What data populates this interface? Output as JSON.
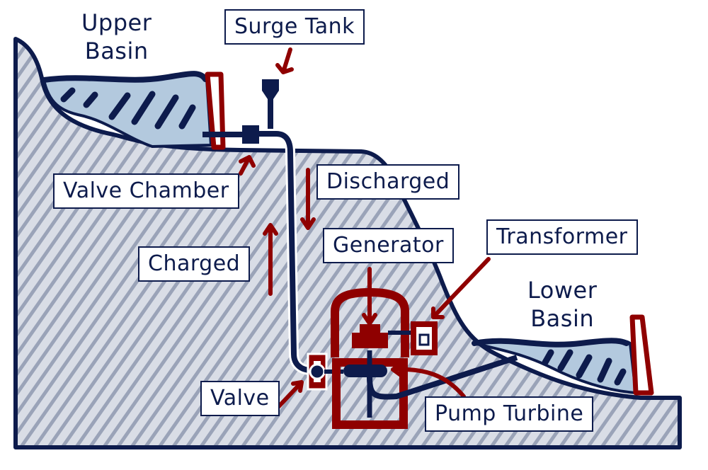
{
  "title": "Pumped-Storage Hydroelectric Plant",
  "colors": {
    "navy": "#0d1b4c",
    "red": "#8f0000",
    "water": "#b3c9de",
    "ground": "#d9dde6",
    "hatch": "#9aa3b8"
  },
  "labels": {
    "upper_basin": [
      "Upper",
      "Basin"
    ],
    "lower_basin": [
      "Lower",
      "Basin"
    ],
    "surge_tank": "Surge Tank",
    "valve_chamber": "Valve Chamber",
    "discharged": "Discharged",
    "charged": "Charged",
    "generator": "Generator",
    "transformer": "Transformer",
    "valve": "Valve",
    "pump_turbine": "Pump Turbine"
  },
  "flows": {
    "discharged_direction": "down",
    "charged_direction": "up"
  }
}
